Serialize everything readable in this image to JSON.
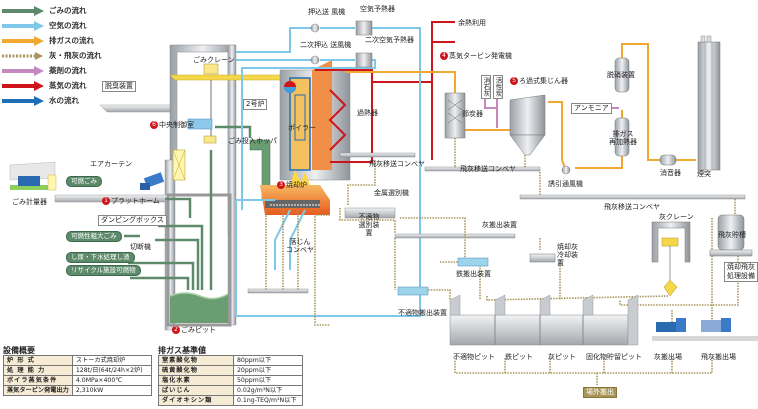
{
  "legend": [
    {
      "label": "ごみの流れ",
      "color": "#5d8a6a",
      "style": "solid"
    },
    {
      "label": "空気の流れ",
      "color": "#7ec8ea",
      "style": "solid"
    },
    {
      "label": "排ガスの流れ",
      "color": "#f0a830",
      "style": "solid"
    },
    {
      "label": "灰・飛灰の流れ",
      "color": "#a89558",
      "style": "dotted"
    },
    {
      "label": "薬剤の流れ",
      "color": "#c48ac0",
      "style": "solid"
    },
    {
      "label": "蒸気の流れ",
      "color": "#d0141b",
      "style": "solid"
    },
    {
      "label": "水の流れ",
      "color": "#1f6fb8",
      "style": "solid"
    }
  ],
  "labels": {
    "oshikomi_fan": "押込送 風機",
    "air_preheater": "空気予熱器",
    "secondary_fan": "二次押込 送風機",
    "secondary_preheater": "二次空気予熱器",
    "waste_heat": "余熱利用",
    "turbine_num": "4",
    "turbine": "蒸気タービン発電機",
    "deodor": "脱臭装置",
    "crane": "ごみクレーン",
    "control_num": "6",
    "control": "中央制御室",
    "unit2": "2号炉",
    "hopper": "ごみ投入ホッパ",
    "air_curtain": "エアカーテン",
    "combustible": "可燃ごみ",
    "weigh": "ごみ計量器",
    "platform_num": "1",
    "platform": "プラットホーム",
    "dumping": "ダンピングボックス",
    "bulky": "可燃性粗大ごみ",
    "cutter": "切断機",
    "sludge": "し尿・下水処理し渣",
    "recycle": "リサイクル施設可燃物",
    "pit_num": "2",
    "pit": "ごみピット",
    "boiler": "ボイラー",
    "superheater": "過熱器",
    "furnace_num": "3",
    "furnace": "焼却炉",
    "fly_conv1": "飛灰移送コンベヤ",
    "fly_conv2": "飛灰移送コンベヤ",
    "fly_conv3": "飛灰移送コンベヤ",
    "metal_sorter": "金属選別機",
    "unsuitable_sorter": "不適物 選別装置",
    "ash_conv": "落じん コンベヤ",
    "economizer": "節炭器",
    "slaked_lime": "消石灰",
    "activated_carbon": "活性炭",
    "bag_num": "5",
    "bag_filter": "ろ過式集じん器",
    "denox": "脱硝装置",
    "ammonia": "アンモニア",
    "reheater": "排ガス 再加熱器",
    "idf": "誘引通風機",
    "silencer": "消音器",
    "stack": "煙突",
    "ash_out": "灰搬出装置",
    "iron_out": "鉄搬出装置",
    "ash_cooler": "焼却灰 冷却装置",
    "unsuitable_out": "不適物搬出装置",
    "ash_crane": "灰クレーン",
    "fly_silo": "飛灰貯槽",
    "fly_treat": "焼却飛灰 処理設備",
    "pit_unsuitable": "不適物ピット",
    "pit_iron": "鉄ピット",
    "pit_ash": "灰ピット",
    "pit_solid": "固化物貯留ピット",
    "ash_yard": "灰搬出場",
    "fly_yard": "飛灰搬出場",
    "offsite": "場外搬出"
  },
  "facility": {
    "title": "設備概要",
    "rows": [
      {
        "key": "炉 形 式",
        "value": "ストーカ式焼却炉"
      },
      {
        "key": "処 理 能 力",
        "value": "128t/日(64t/24h×2炉)"
      },
      {
        "key": "ボイラ蒸気条件",
        "value": "4.0MPa×400℃"
      },
      {
        "key": "蒸気タービン発電出力",
        "value": "2,310kW"
      }
    ]
  },
  "emission": {
    "title": "排ガス基準値",
    "rows": [
      {
        "key": "窒素酸化物",
        "value": "80ppm以下"
      },
      {
        "key": "硫黄酸化物",
        "value": "20ppm以下"
      },
      {
        "key": "塩化水素",
        "value": "50ppm以下"
      },
      {
        "key": "ばいじん",
        "value": "0.02g/m³N以下"
      },
      {
        "key": "ダイオキシン類",
        "value": "0.1ng-TEQ/m³N以下"
      }
    ]
  }
}
